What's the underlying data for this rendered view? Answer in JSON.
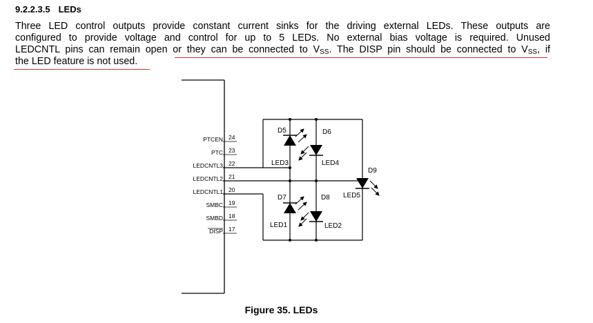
{
  "section": {
    "number": "9.2.2.3.5",
    "title": "LEDs"
  },
  "paragraph": {
    "line1": "Three LED control outputs provide constant current sinks for the driving external LEDs. These outputs are",
    "line2": "configured to provide voltage and control for up to 5 LEDs. No external bias voltage is required. Unused",
    "line3a": "LEDCNTL pins can remain open or they can be connected to V",
    "line3a_sub": "SS",
    "line3b": ". The DISP pin should be connected to V",
    "line3b_sub": "SS",
    "line3c": ", if",
    "line4": "the LED feature is not used."
  },
  "colors": {
    "annotation_underline": "#c0392b",
    "ink": "#000000"
  },
  "diagram": {
    "pins": [
      {
        "name": "PTCEN",
        "number": "24"
      },
      {
        "name": "PTC",
        "number": "23"
      },
      {
        "name": "LEDCNTL3",
        "number": "22"
      },
      {
        "name": "LEDCNTL2",
        "number": "21"
      },
      {
        "name": "LEDCNTL1",
        "number": "20"
      },
      {
        "name": "SMBC",
        "number": "19"
      },
      {
        "name": "SMBD",
        "number": "18"
      },
      {
        "name": "DISP",
        "number": "17"
      }
    ],
    "diodes": {
      "d5": "D5",
      "d6": "D6",
      "d7": "D7",
      "d8": "D8",
      "d9": "D9"
    },
    "leds": {
      "led1": "LED1",
      "led2": "LED2",
      "led3": "LED3",
      "led4": "LED4",
      "led5": "LED5"
    }
  },
  "figure": {
    "caption": "Figure 35.  LEDs"
  }
}
